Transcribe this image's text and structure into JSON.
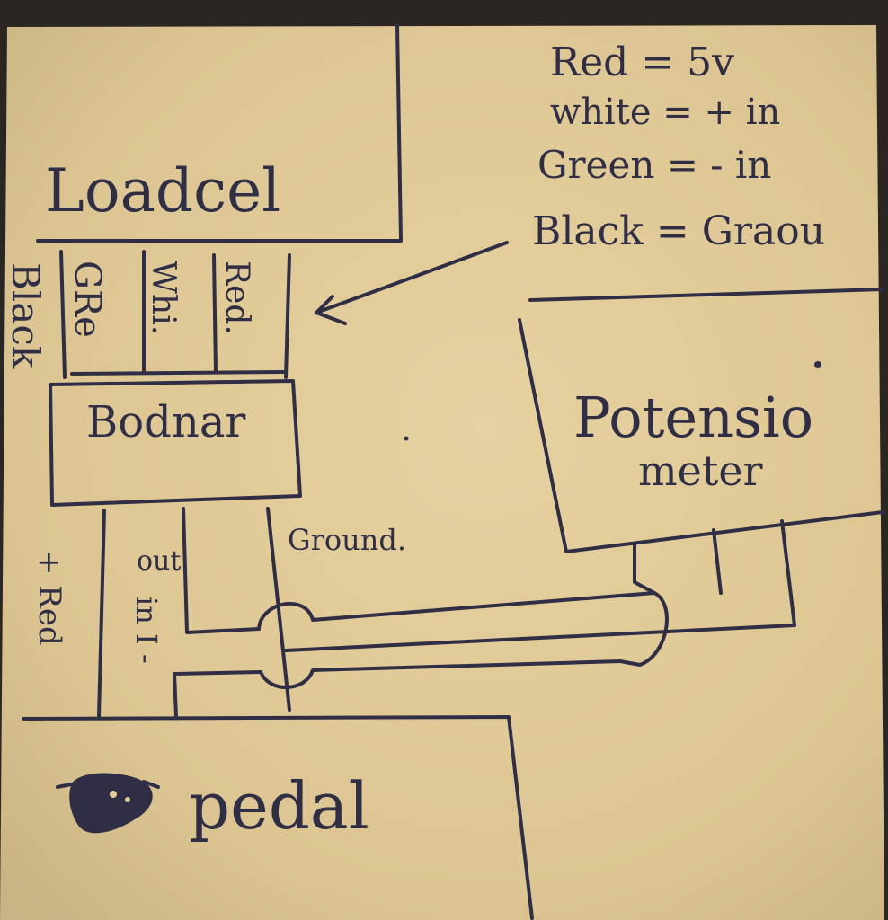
{
  "legend": {
    "red": "Red = 5v",
    "white": "white = + in",
    "green": "Green = - in",
    "black": "Black = Graou"
  },
  "blocks": {
    "loadcell": "Loadcel",
    "bodnar": "Bodnar",
    "potentiometer_line1": "Potensio",
    "potentiometer_line2": "meter",
    "pedal": "pedal"
  },
  "wires": {
    "top_green": "GRe",
    "top_white": "Whi.",
    "top_red": "Red.",
    "side_black": "Black",
    "bottom_red": "+ Red",
    "bottom_out": "out",
    "bottom_in": "in I -",
    "bottom_ground": "Ground."
  },
  "colors": {
    "paper": "#e3cd9c",
    "ink": "#2f2e44",
    "shadow": "#2a2723"
  }
}
